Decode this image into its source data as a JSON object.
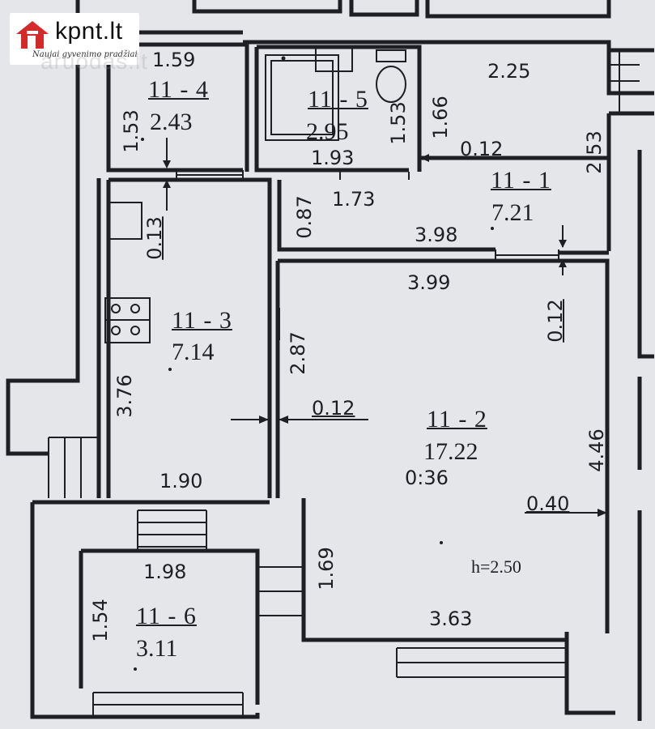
{
  "logo": {
    "name": "kpnt.lt",
    "slogan": "Naujai gyvenimo pradžiai",
    "watermark": "aruodas.lt",
    "accent": "#d52a2a"
  },
  "rooms": {
    "r4": {
      "id": "11 - 4",
      "area": "2.43"
    },
    "r5": {
      "id": "11 - 5",
      "area": "2.95"
    },
    "r1": {
      "id": "11 - 1",
      "area": "7.21"
    },
    "r3": {
      "id": "11 - 3",
      "area": "7.14"
    },
    "r2": {
      "id": "11 - 2",
      "area": "17.22"
    },
    "r6": {
      "id": "11 - 6",
      "area": "3.11"
    }
  },
  "dims": {
    "d_1_59": "1.59",
    "d_1_53a": "1.53",
    "d_1_53b": "1.53",
    "d_1_93": "1.93",
    "d_1_66": "1.66",
    "d_2_25": "2.25",
    "d_0_12a": "0.12",
    "d_2_53": "2.53",
    "d_1_73": "1.73",
    "d_0_87": "0.87",
    "d_3_98": "3.98",
    "d_0_13": "0.13",
    "d_3_99": "3.99",
    "d_0_12b": "0.12",
    "d_2_87": "2.87",
    "d_3_76": "3.76",
    "d_0_12c": "0.12",
    "d_4_46": "4.46",
    "d_0_36": "0:36",
    "d_0_40": "0.40",
    "d_1_90": "1.90",
    "d_1_98": "1.98",
    "d_1_69": "1.69",
    "d_1_54": "1.54",
    "d_3_63": "3.63",
    "height": "h=2.50"
  },
  "colors": {
    "paper": "#e4e6ea",
    "ink": "#1d1f24"
  }
}
